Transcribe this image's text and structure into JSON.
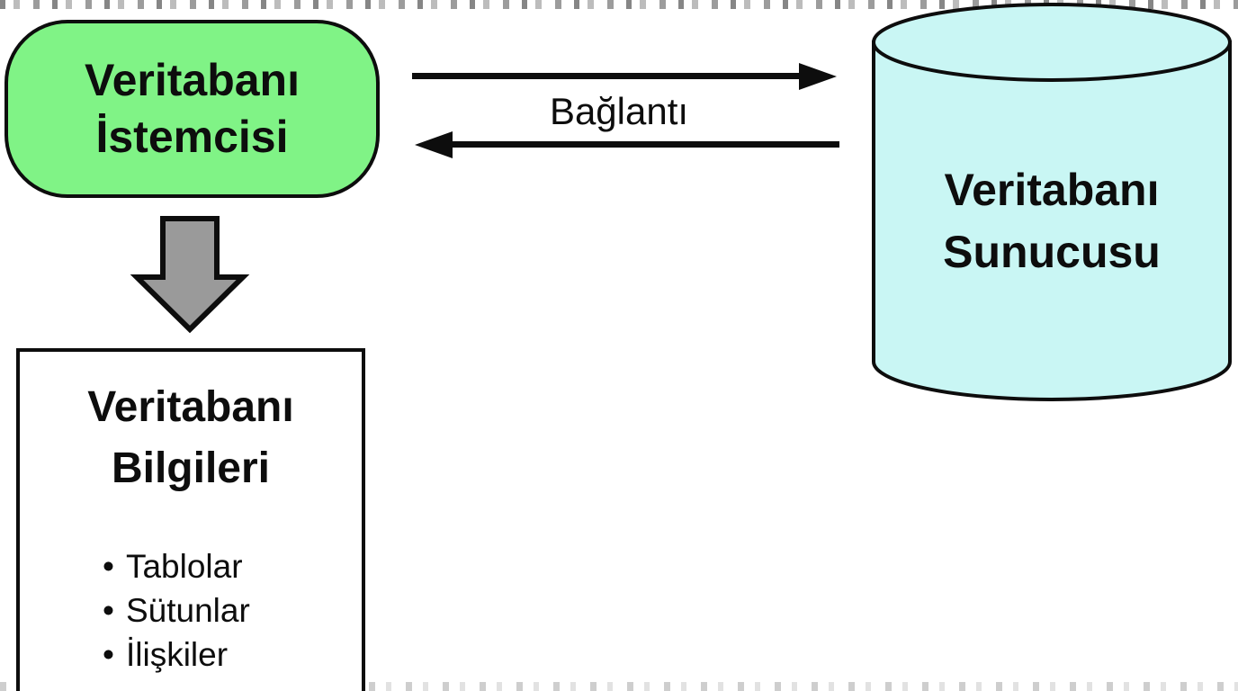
{
  "diagram": {
    "client": {
      "line1": "Veritabanı",
      "line2": "İstemcisi",
      "fill": "#80F386"
    },
    "server": {
      "line1": "Veritabanı",
      "line2": "Sunucusu",
      "fill": "#C9F6F4"
    },
    "connection": {
      "label": "Bağlantı"
    },
    "info_box": {
      "title_line1": "Veritabanı",
      "title_line2": "Bilgileri",
      "bullet": "•",
      "items": [
        "Tablolar",
        "Sütunlar",
        "İlişkiler"
      ]
    },
    "colors": {
      "stroke": "#0d0d0d",
      "client_fill": "#80F386",
      "server_fill": "#C9F6F4",
      "down_arrow_fill": "#9A9A9A",
      "background": "#ffffff"
    }
  }
}
